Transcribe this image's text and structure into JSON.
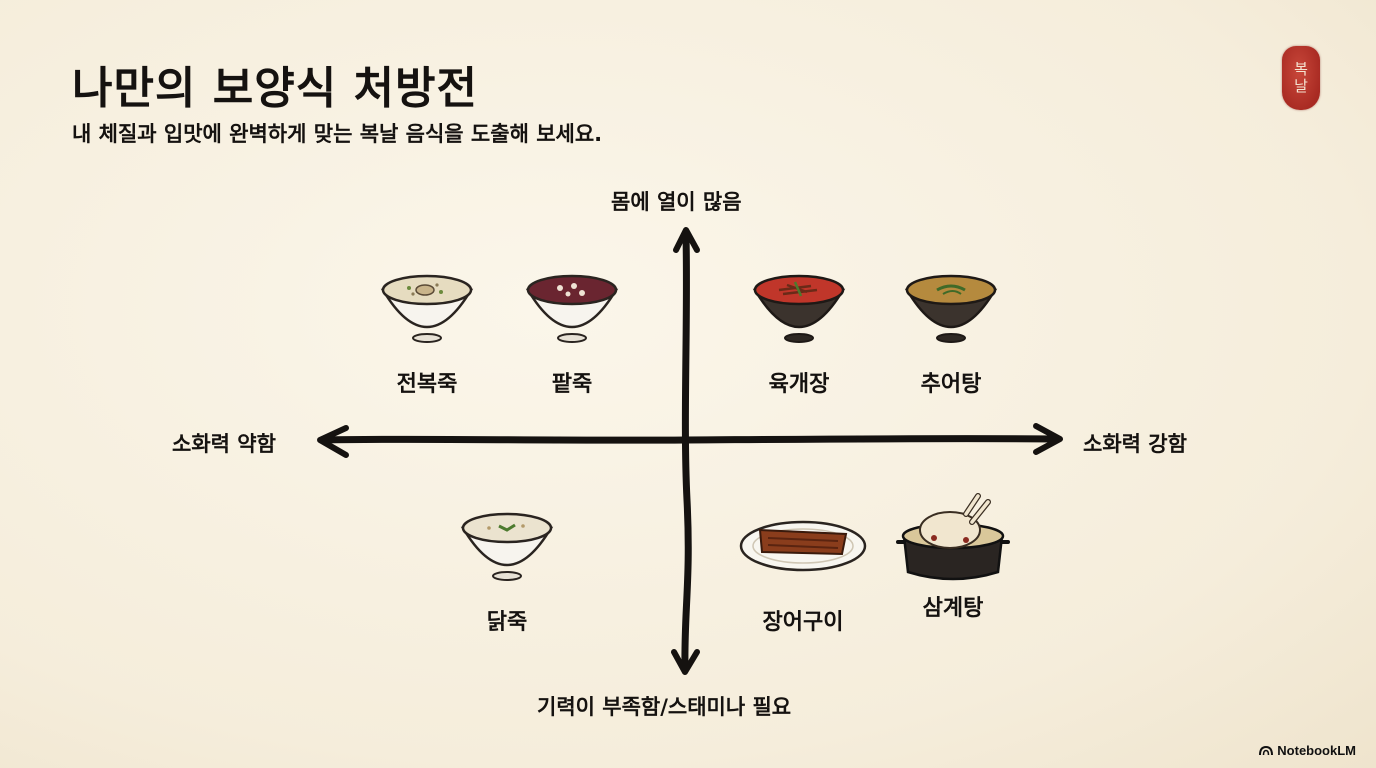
{
  "title": "나만의 보양식 처방전",
  "subtitle": "내 체질과 입맛에 완벽하게 맞는 복날 음식을 도출해 보세요.",
  "seal": {
    "text": [
      "복",
      "날"
    ],
    "icon": "red-seal-stamp",
    "color": "#b0322a"
  },
  "axes": {
    "top": "몸에 열이 많음",
    "bottom": "기력이 부족함/스태미나 필요",
    "left": "소화력 약함",
    "right": "소화력 강함"
  },
  "foods": {
    "top_left_1": {
      "label": "전복죽",
      "icon": "abalone-porridge-bowl"
    },
    "top_left_2": {
      "label": "팥죽",
      "icon": "red-bean-porridge-bowl"
    },
    "top_right_1": {
      "label": "육개장",
      "icon": "spicy-beef-soup-bowl"
    },
    "top_right_2": {
      "label": "추어탕",
      "icon": "loach-soup-bowl"
    },
    "bottom_left_1": {
      "label": "닭죽",
      "icon": "chicken-porridge-bowl"
    },
    "bottom_right_1": {
      "label": "장어구이",
      "icon": "grilled-eel-plate"
    },
    "bottom_right_2": {
      "label": "삼계탕",
      "icon": "ginseng-chicken-soup-pot"
    }
  },
  "brand": {
    "label": "NotebookLM",
    "icon": "notebooklm-logo-icon"
  }
}
